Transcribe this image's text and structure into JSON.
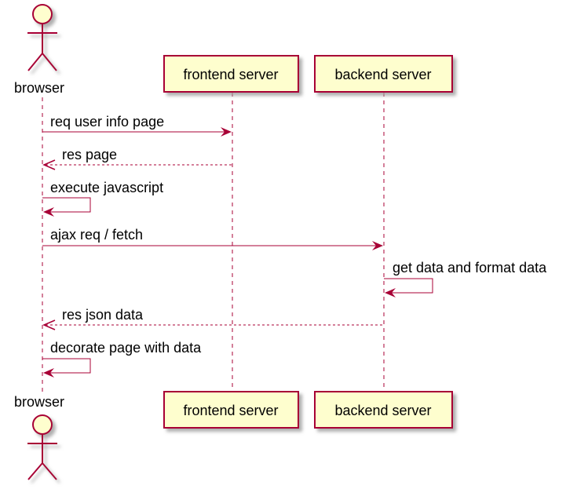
{
  "participants": {
    "browser": {
      "label": "browser"
    },
    "frontend": {
      "label": "frontend server"
    },
    "backend": {
      "label": "backend server"
    }
  },
  "messages": [
    {
      "label": "req user info page",
      "from": "browser",
      "to": "frontend",
      "style": "solid"
    },
    {
      "label": "res page",
      "from": "frontend",
      "to": "browser",
      "style": "dashed"
    },
    {
      "label": "execute javascript",
      "from": "browser",
      "to": "browser",
      "style": "self"
    },
    {
      "label": "ajax req / fetch",
      "from": "browser",
      "to": "backend",
      "style": "solid"
    },
    {
      "label": "get data and format data",
      "from": "backend",
      "to": "backend",
      "style": "self"
    },
    {
      "label": "res json data",
      "from": "backend",
      "to": "browser",
      "style": "dashed"
    },
    {
      "label": "decorate page with data",
      "from": "browser",
      "to": "browser",
      "style": "self"
    }
  ],
  "colors": {
    "line": "#A80036",
    "box_fill": "#FEFECE",
    "shadow": "#B0B0B0",
    "text": "#000000"
  }
}
